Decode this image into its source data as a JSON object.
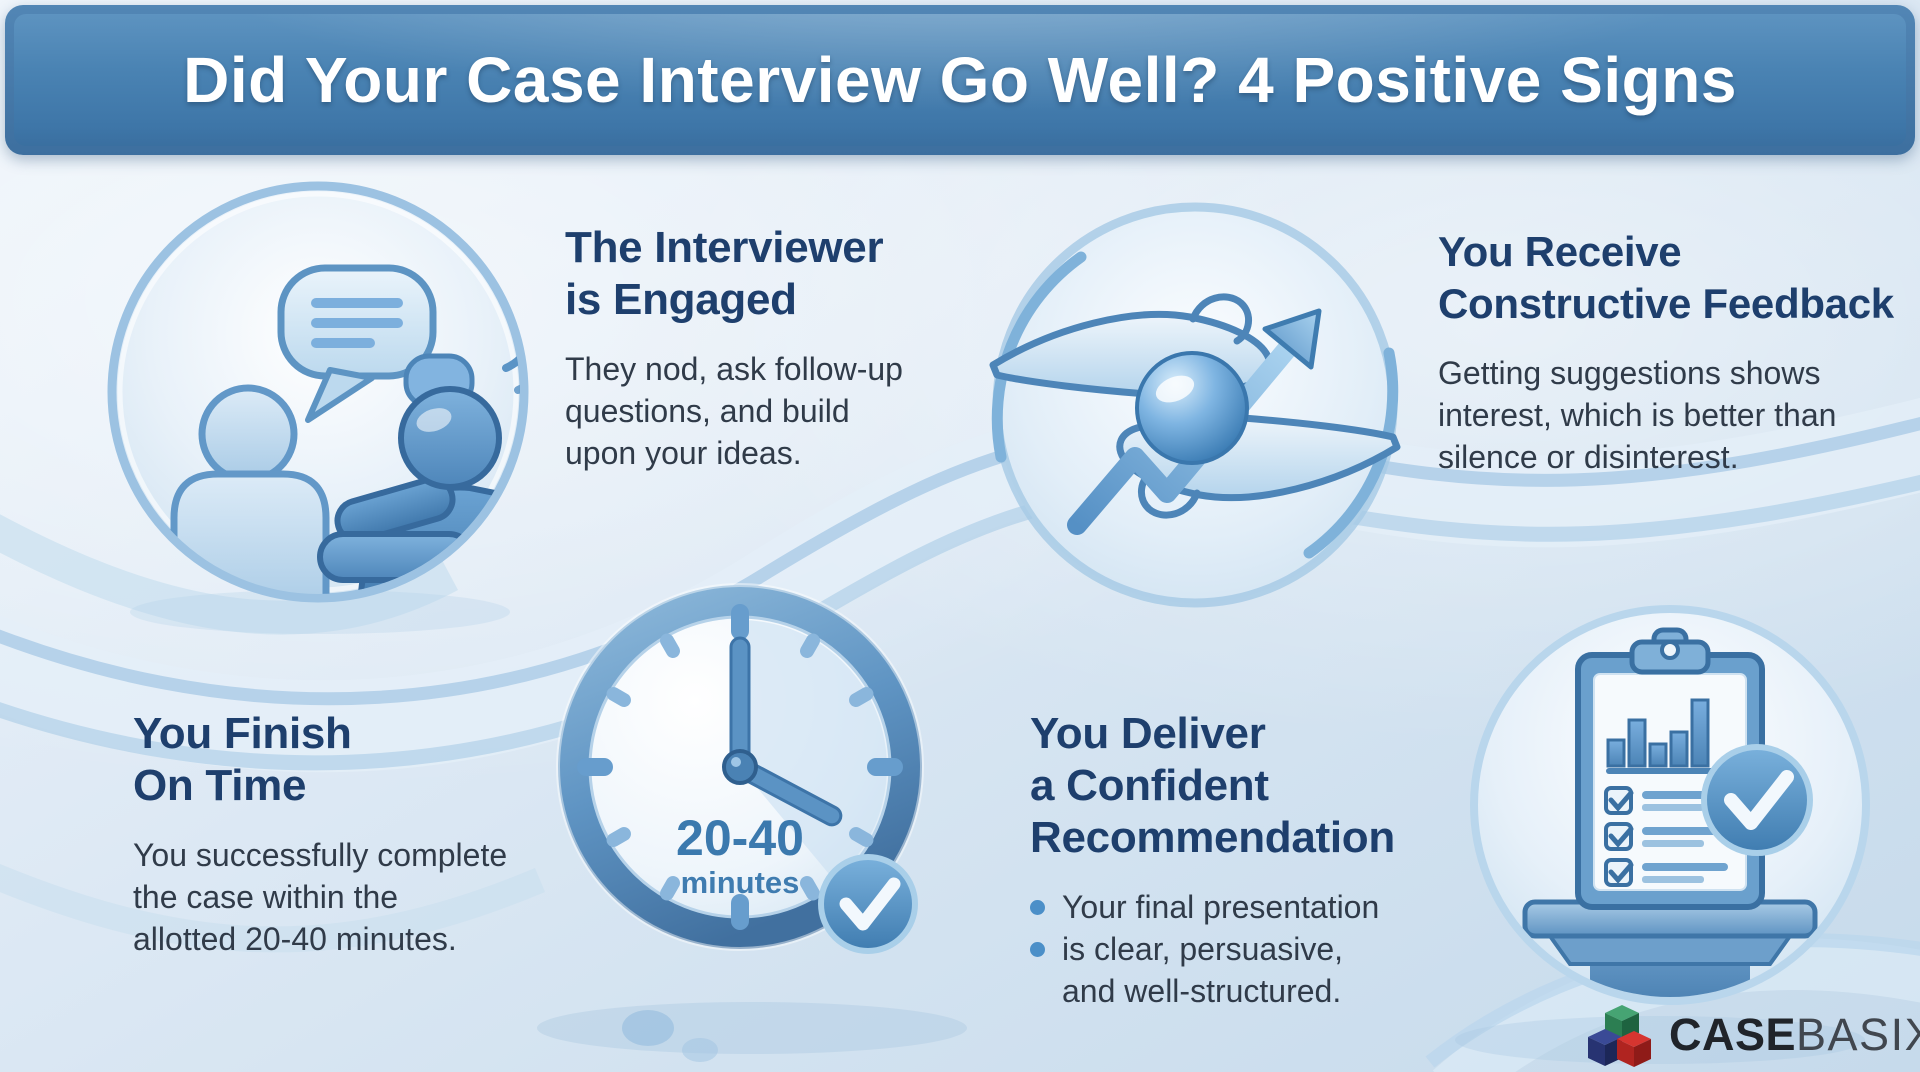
{
  "title": "Did Your Case Interview Go Well? 4 Positive Signs",
  "signs": [
    {
      "icon": "conversation-icon",
      "heading": [
        "The Interviewer",
        "is Engaged"
      ],
      "body": [
        "They nod, ask follow-up",
        "questions, and build",
        "upon your ideas."
      ]
    },
    {
      "icon": "feedback-growth-icon",
      "heading": [
        "You Receive",
        "Constructive Feedback"
      ],
      "body": [
        "Getting suggestions shows",
        "interest, which is better than",
        "silence or disinterest."
      ]
    },
    {
      "icon": "clock-icon",
      "heading": [
        "You Finish",
        "On Time"
      ],
      "body": [
        "You successfully complete",
        "the case within the",
        "allotted 20-40 minutes."
      ]
    },
    {
      "icon": "recommendation-checklist-icon",
      "heading": [
        "You Deliver",
        "a Confident",
        "Recommendation"
      ],
      "body": [
        "Your final presentation",
        "is clear, persuasive,",
        "and well-structured."
      ]
    }
  ],
  "clock": {
    "duration": "20-40",
    "unit": "minutes"
  },
  "logo": {
    "bold": "CASE",
    "light": "BASIX"
  },
  "colors": {
    "banner_blue": "#4a83b3",
    "heading_navy": "#1e3f6d",
    "body_text": "#303b49",
    "accent_blue": "#4e8ec6",
    "bullet_blue": "#4b8fc8",
    "background_light": "#dfeaf5"
  }
}
